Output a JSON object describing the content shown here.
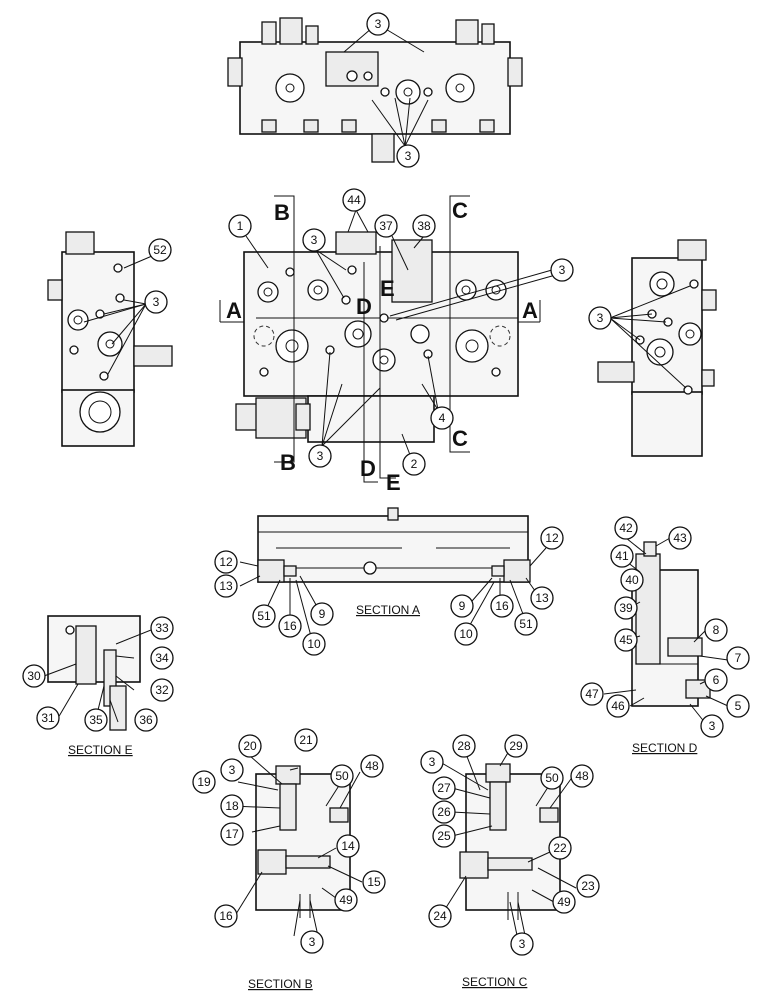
{
  "section_titles": {
    "a": "SECTION A",
    "b": "SECTION B",
    "c": "SECTION C",
    "d": "SECTION D",
    "e": "SECTION E"
  },
  "section_marks": {
    "a": "A",
    "b": "B",
    "c": "C",
    "d": "D",
    "e": "E"
  },
  "callouts": {
    "n1": "1",
    "n2": "2",
    "n3": "3",
    "n4": "4",
    "n5": "5",
    "n6": "6",
    "n7": "7",
    "n8": "8",
    "n9": "9",
    "n10": "10",
    "n12": "12",
    "n13": "13",
    "n14": "14",
    "n15": "15",
    "n16": "16",
    "n17": "17",
    "n18": "18",
    "n19": "19",
    "n20": "20",
    "n21": "21",
    "n22": "22",
    "n23": "23",
    "n24": "24",
    "n25": "25",
    "n26": "26",
    "n27": "27",
    "n28": "28",
    "n29": "29",
    "n30": "30",
    "n31": "31",
    "n32": "32",
    "n33": "33",
    "n34": "34",
    "n35": "35",
    "n36": "36",
    "n37": "37",
    "n38": "38",
    "n39": "39",
    "n40": "40",
    "n41": "41",
    "n42": "42",
    "n43": "43",
    "n44": "44",
    "n45": "45",
    "n46": "46",
    "n47": "47",
    "n48": "48",
    "n49": "49",
    "n50": "50",
    "n51": "51",
    "n52": "52"
  }
}
